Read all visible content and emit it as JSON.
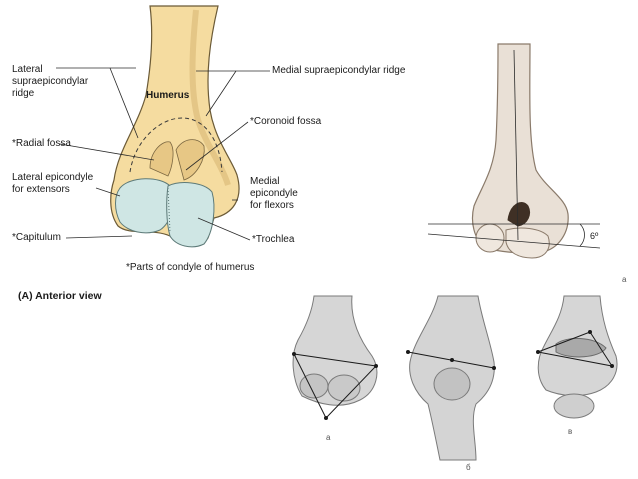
{
  "panel_a": {
    "bone_label": "Humerus",
    "labels": {
      "lateral_supra": [
        "Lateral",
        "supraepicondylar",
        "ridge"
      ],
      "radial_fossa": "*Radial fossa",
      "lateral_epicondyle": [
        "Lateral epicondyle",
        "for extensors"
      ],
      "capitulum": "*Capitulum",
      "medial_supra": "Medial supraepicondylar ridge",
      "coronoid_fossa": "*Coronoid fossa",
      "medial_epicondyle": [
        "Medial",
        "epicondyle",
        "for flexors"
      ],
      "trochlea": "*Trochlea",
      "footnote": "*Parts of condyle of humerus"
    },
    "caption": "(A) Anterior view"
  },
  "panel_b": {
    "angle": "6º",
    "marker": "a"
  },
  "panel_c": {
    "figure_labels": [
      "a",
      "б",
      "в"
    ]
  },
  "colors": {
    "bone_fill": "#f5dca0",
    "bone_stroke": "#6b5a36",
    "cartilage": "#cfe6e4",
    "line": "#2b2b2b",
    "gray_bone": "#d6d6d6",
    "beige_bone": "#e9e0d6"
  }
}
